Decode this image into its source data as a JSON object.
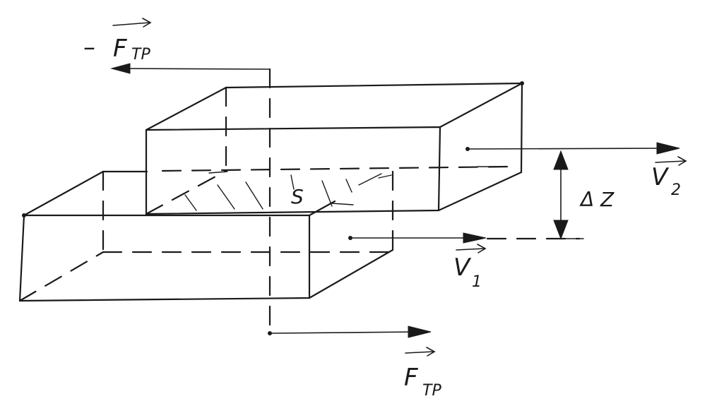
{
  "labels": {
    "force_top_sign": "–",
    "force_top_letter": "F",
    "force_top_sub": "TP",
    "force_bottom_letter": "F",
    "force_bottom_sub": "TP",
    "velocity_top_letter": "V",
    "velocity_top_sub": "2",
    "velocity_bottom_letter": "V",
    "velocity_bottom_sub": "1",
    "gap_label": "Δ Z",
    "area_label": "S"
  }
}
